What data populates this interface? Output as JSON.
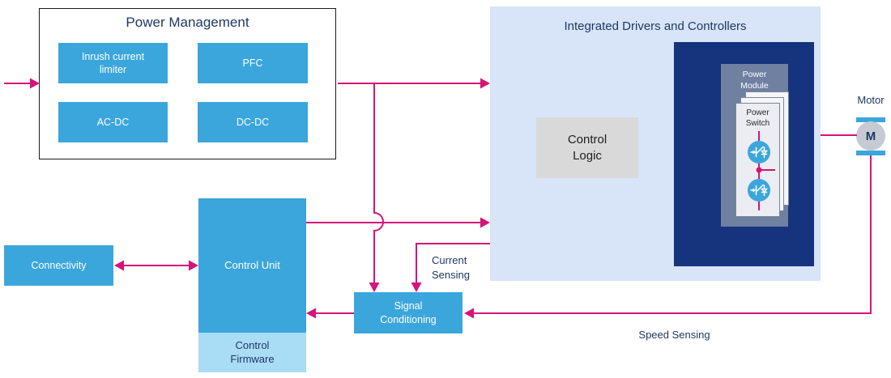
{
  "colors": {
    "accent_pink": "#D4147A",
    "block_blue": "#3BA6DC",
    "navy_text": "#1F3864",
    "navy_box": "#16337D",
    "region_bg": "#D8E4F8",
    "control_logic_gray": "#D9D9D9",
    "power_module_gray": "#6F80A1",
    "firmware_blue": "#A9DCF5",
    "card_bg": "#EBEDF2",
    "motor_gray": "#C5CAD3"
  },
  "power_management": {
    "title": "Power Management",
    "blocks": [
      "Inrush current limiter",
      "PFC",
      "AC-DC",
      "DC-DC"
    ]
  },
  "integrated": {
    "title": "Integrated Drivers and Controllers",
    "control_logic": "Control Logic",
    "power_module": "Power Module",
    "power_switch": "Power Switch"
  },
  "motor": {
    "label": "Motor",
    "symbol": "M"
  },
  "connectivity": {
    "label": "Connectivity"
  },
  "control_unit": {
    "label": "Control Unit",
    "firmware": "Control Firmware"
  },
  "signal_conditioning": {
    "label": "Signal Conditioning"
  },
  "annotations": {
    "current_sensing": "Current Sensing",
    "speed_sensing": "Speed Sensing"
  }
}
